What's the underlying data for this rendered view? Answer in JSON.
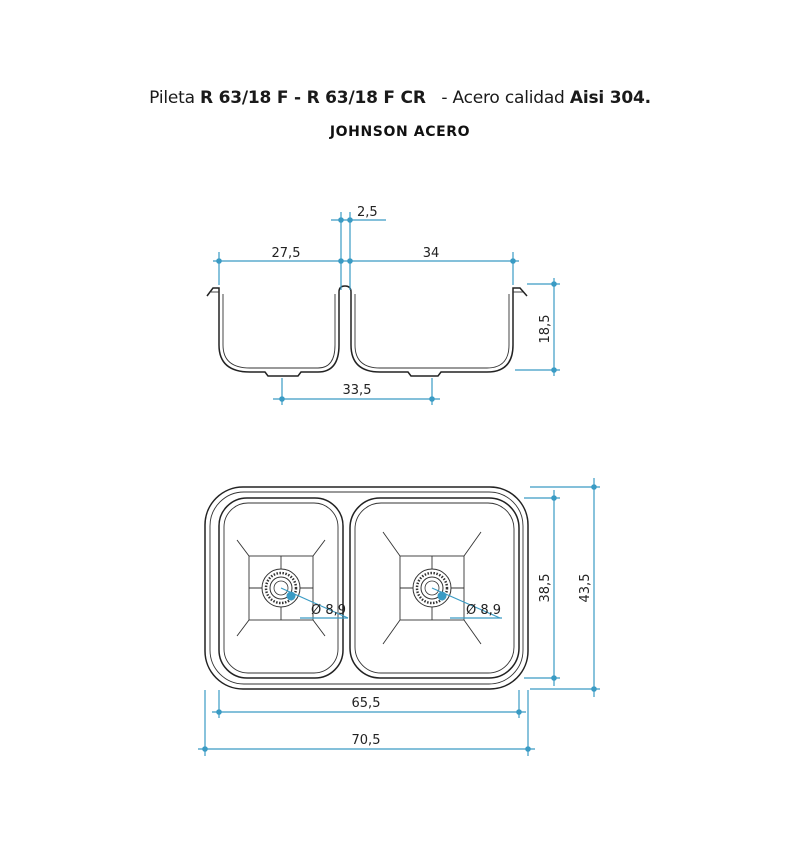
{
  "title": {
    "prefix": "Pileta ",
    "model": "R 63/18 F - R 63/18 F CR",
    "middle": "   - Acero calidad ",
    "material": "Aisi 304."
  },
  "brand": "JOHNSON ACERO",
  "side_view": {
    "dim_separation": "2,5",
    "dim_left_bowl": "27,5",
    "dim_right_bowl": "34",
    "dim_depth": "18,5",
    "dim_drain_spacing": "33,5"
  },
  "top_view": {
    "dim_left_drain": "Ø 8,9",
    "dim_right_drain": "Ø 8,9",
    "dim_inner_height": "38,5",
    "dim_outer_height": "43,5",
    "dim_inner_width": "65,5",
    "dim_outer_width": "70,5"
  },
  "colors": {
    "dimension": "#3a9bc4",
    "outline": "#222222"
  }
}
